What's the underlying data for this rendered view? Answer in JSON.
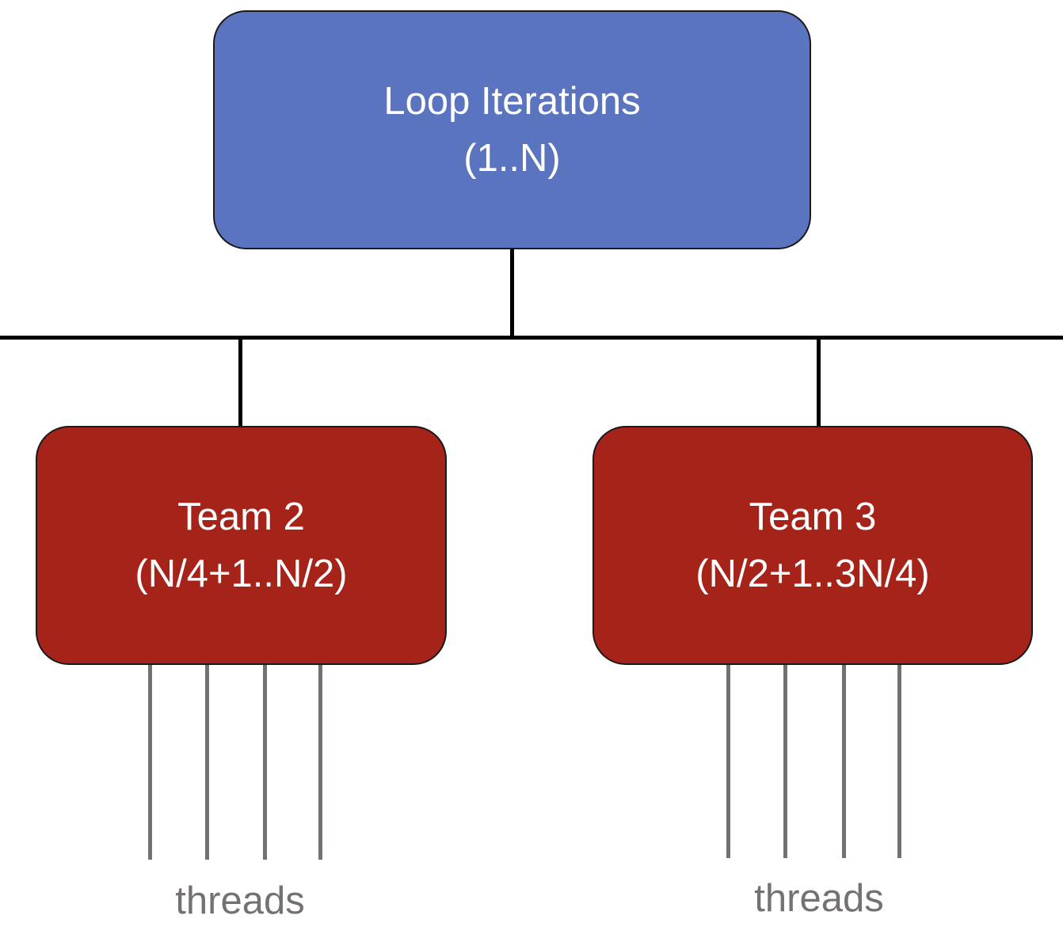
{
  "diagram": {
    "root": {
      "title": "Loop Iterations",
      "range": "(1..N)",
      "fill": "#5a74bf"
    },
    "teams": [
      {
        "title": "Team 2",
        "range": "(N/4+1..N/2)",
        "fill": "#a52318",
        "threads_label": "threads"
      },
      {
        "title": "Team 3",
        "range": "(N/2+1..3N/4)",
        "fill": "#a52318",
        "threads_label": "threads"
      }
    ],
    "colors": {
      "connector": "#000000",
      "thread_line": "#767171",
      "label_text": "#767171",
      "box_text": "#ffffff"
    }
  }
}
